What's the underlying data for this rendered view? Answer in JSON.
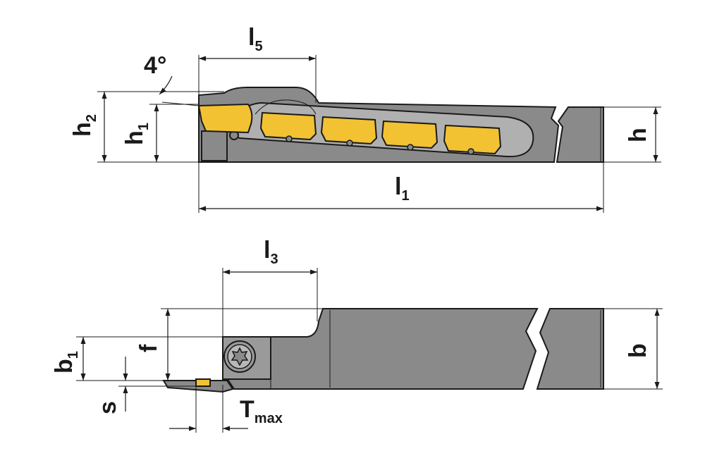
{
  "diagram": {
    "side_view": {
      "labels": {
        "l5": {
          "main": "l",
          "sub": "5"
        },
        "l1": {
          "main": "l",
          "sub": "1"
        },
        "h2": {
          "main": "h",
          "sub": "2"
        },
        "h1": {
          "main": "h",
          "sub": "1"
        },
        "h": {
          "main": "h"
        },
        "angle": "4°"
      },
      "insert_count": 5
    },
    "top_view": {
      "labels": {
        "l3": {
          "main": "l",
          "sub": "3"
        },
        "b1": {
          "main": "b",
          "sub": "1"
        },
        "f": {
          "main": "f"
        },
        "b": {
          "main": "b"
        },
        "s": {
          "main": "s"
        },
        "tmax": {
          "main": "T",
          "sub": "max"
        }
      }
    },
    "colors": {
      "body": "#8a8a8a",
      "insert": "#f2c232",
      "outline": "#1a1a1a",
      "background": "#ffffff"
    }
  }
}
